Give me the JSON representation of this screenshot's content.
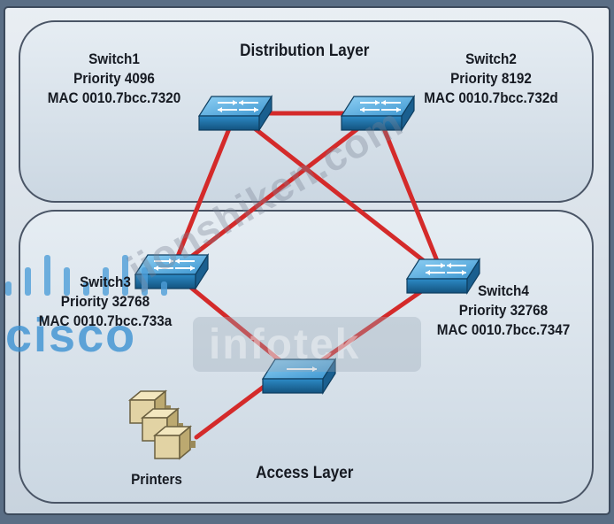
{
  "layers": {
    "distribution": "Distribution Layer",
    "access": "Access Layer"
  },
  "switches": {
    "s1": {
      "name": "Switch1",
      "priority": "Priority 4096",
      "mac": "MAC 0010.7bcc.7320"
    },
    "s2": {
      "name": "Switch2",
      "priority": "Priority 8192",
      "mac": "MAC 0010.7bcc.732d"
    },
    "s3": {
      "name": "Switch3",
      "priority": "Priority 32768",
      "mac": "MAC 0010.7bcc.733a"
    },
    "s4": {
      "name": "Switch4",
      "priority": "Priority 32768",
      "mac": "MAC 0010.7bcc.7347"
    }
  },
  "printers": {
    "label": "Printers"
  },
  "watermark": {
    "site": "jionshiken.com",
    "brand": "cisco",
    "company": "infotek"
  },
  "colors": {
    "link": "#d42a2a",
    "panel": "#d9e3ec",
    "panel_border": "#4a5566",
    "switch_top": "#63b4e6",
    "switch_side": "#1f6fa6"
  }
}
